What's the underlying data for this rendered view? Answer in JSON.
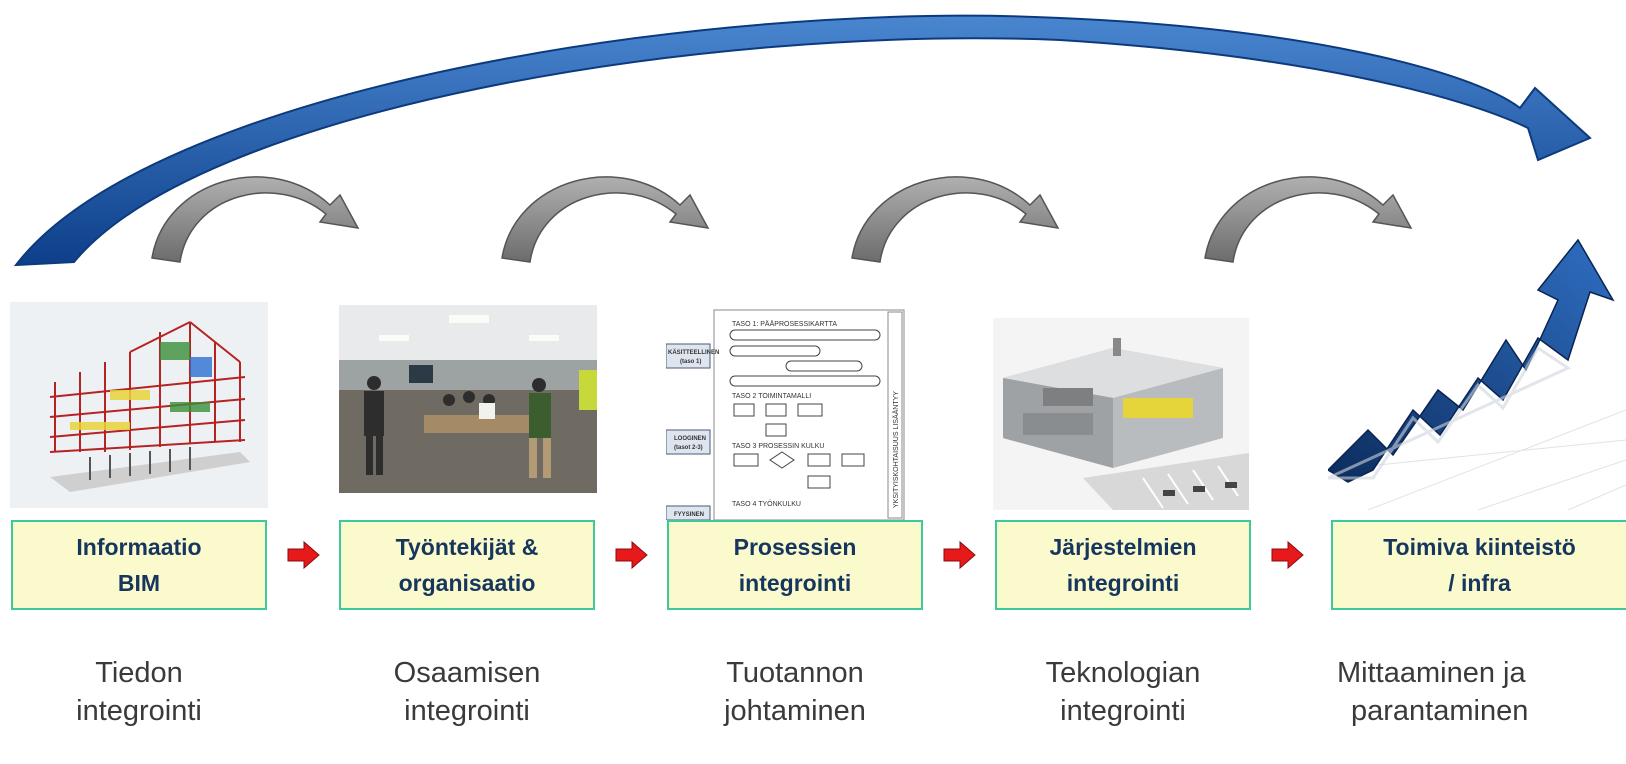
{
  "steps": [
    {
      "box_line1": "Informaatio",
      "box_line2": "BIM",
      "caption_line1": "Tiedon",
      "caption_line2": "integrointi"
    },
    {
      "box_line1": "Työntekijät &",
      "box_line2": "organisaatio",
      "caption_line1": "Osaamisen",
      "caption_line2": "integrointi"
    },
    {
      "box_line1": "Prosessien",
      "box_line2": "integrointi",
      "caption_line1": "Tuotannon",
      "caption_line2": "johtaminen"
    },
    {
      "box_line1": "Järjestelmien",
      "box_line2": "integrointi",
      "caption_line1": "Teknologian",
      "caption_line2": "integrointi"
    },
    {
      "box_line1": "Toimiva kiinteistö",
      "box_line2": "/ infra",
      "caption_line1": "Mittaaminen ja",
      "caption_line2": "parantaminen"
    }
  ],
  "process_doc": {
    "level1": "TASO 1: PÄÄPROSESSIKARTTA",
    "level2": "TASO 2 TOIMINTAMALLI",
    "level3": "TASO 3 PROSESSIN KULKU",
    "level4": "TASO 4 TYÖNKULKU",
    "label_conceptual_1": "KÄSITTEELLINEN",
    "label_conceptual_2": "(taso 1)",
    "label_logical_1": "LOOGINEN",
    "label_logical_2": "(tasot 2-3)",
    "label_physical": "FYYSINEN",
    "side_text": "YKSITYISKOHTAISUUS LISÄÄNTYY"
  },
  "colors": {
    "big_arrow": "#1f5fad",
    "curved_arrows": "#8a8a8a",
    "box_fill": "#fafacd",
    "box_border": "#3fc89a",
    "box_text": "#17365d",
    "step_arrows": "#e8191b",
    "caption_text": "#3a3a3a"
  }
}
